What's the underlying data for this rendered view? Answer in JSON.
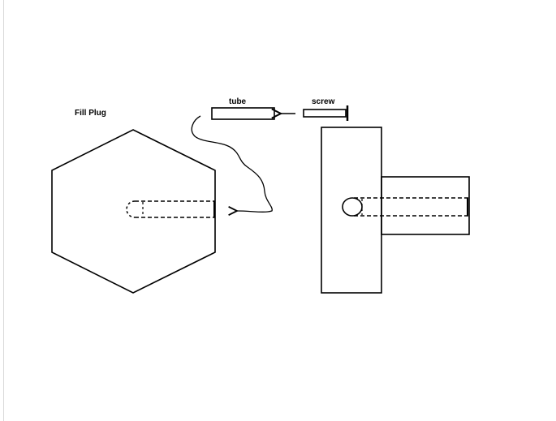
{
  "labels": {
    "fill_plug": "Fill Plug",
    "tube": "tube",
    "screw": "screw"
  },
  "colors": {
    "stroke": "#000000",
    "background": "#ffffff"
  }
}
